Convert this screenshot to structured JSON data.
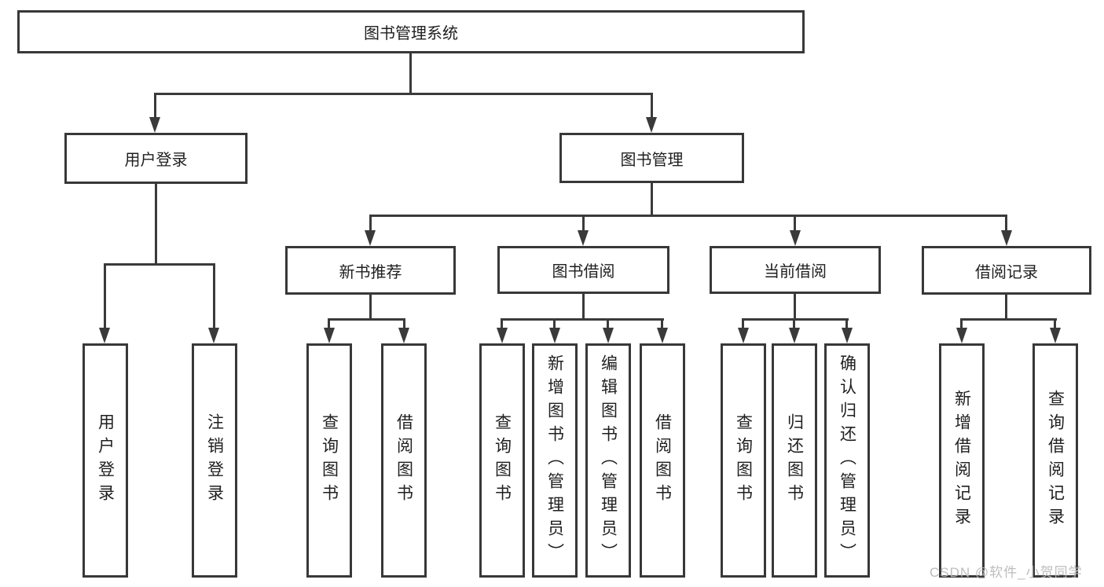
{
  "tree": {
    "root": "图书管理系统",
    "level2": [
      "用户登录",
      "图书管理"
    ],
    "level3": [
      "新书推荐",
      "图书借阅",
      "当前借阅",
      "借阅记录"
    ],
    "leaves": {
      "login": [
        "用户登录",
        "注销登录"
      ],
      "newbook": [
        "查询图书",
        "借阅图书"
      ],
      "borrow": [
        "查询图书",
        "新增图书（管理员）",
        "编辑图书（管理员）",
        "借阅图书"
      ],
      "current": [
        "查询图书",
        "归还图书",
        "确认归还（管理员）"
      ],
      "record": [
        "新增借阅记录",
        "查询借阅记录"
      ]
    }
  },
  "watermark": "CSDN @软件_小贺同学",
  "colors": {
    "line": "#3a3a3a",
    "text": "#1f1f1f",
    "box_background": "#ffffff",
    "watermark_text": "#b9b9b9"
  }
}
